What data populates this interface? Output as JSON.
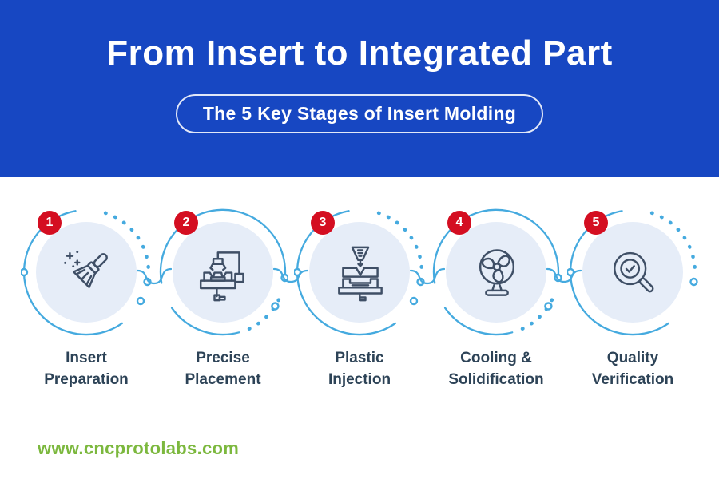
{
  "header": {
    "title": "From Insert to Integrated Part",
    "subtitle": "The 5 Key Stages of Insert Molding"
  },
  "stages": [
    {
      "number": "1",
      "label_line1": "Insert",
      "label_line2": "Preparation",
      "icon": "broom-icon"
    },
    {
      "number": "2",
      "label_line1": "Precise",
      "label_line2": "Placement",
      "icon": "placement-machine-icon"
    },
    {
      "number": "3",
      "label_line1": "Plastic",
      "label_line2": "Injection",
      "icon": "injection-mold-icon"
    },
    {
      "number": "4",
      "label_line1": "Cooling &",
      "label_line2": "Solidification",
      "icon": "fan-icon"
    },
    {
      "number": "5",
      "label_line1": "Quality",
      "label_line2": "Verification",
      "icon": "magnifier-check-icon"
    }
  ],
  "footer": {
    "website": "www.cncprotolabs.com"
  },
  "colors": {
    "header_bg": "#1747c2",
    "badge_red": "#d40e21",
    "ring_blue": "#45aadf",
    "circle_fill": "#e6edf8",
    "icon_stroke": "#3f4f66",
    "label_text": "#2d4357",
    "footer_green": "#7cb83e",
    "title_text": "#ffffff"
  }
}
